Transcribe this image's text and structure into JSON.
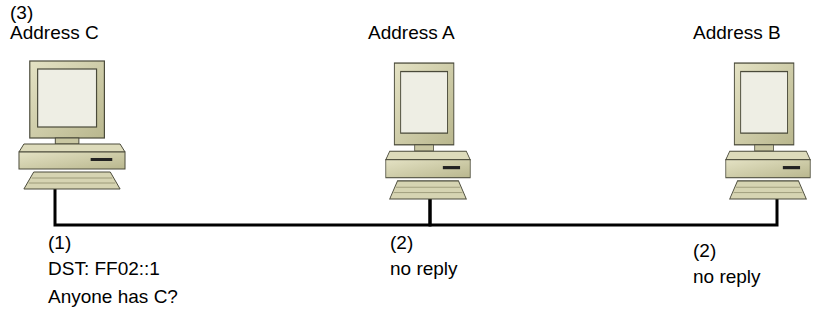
{
  "diagram": {
    "nodes": [
      {
        "text": [
          "Address C"
        ]
      },
      {
        "text": [
          "Address A"
        ]
      },
      {
        "text": [
          "Address B"
        ]
      }
    ],
    "edges": [
      {
        "from": 0,
        "to": 1,
        "arrow": "none"
      },
      {
        "from": 1,
        "to": 2,
        "arrow": "none"
      }
    ],
    "labels": [
      "(3)",
      "(1)",
      "DST: FF02::1",
      "Anyone has C?",
      "(2)",
      "no reply",
      "(2)",
      "no reply"
    ]
  }
}
